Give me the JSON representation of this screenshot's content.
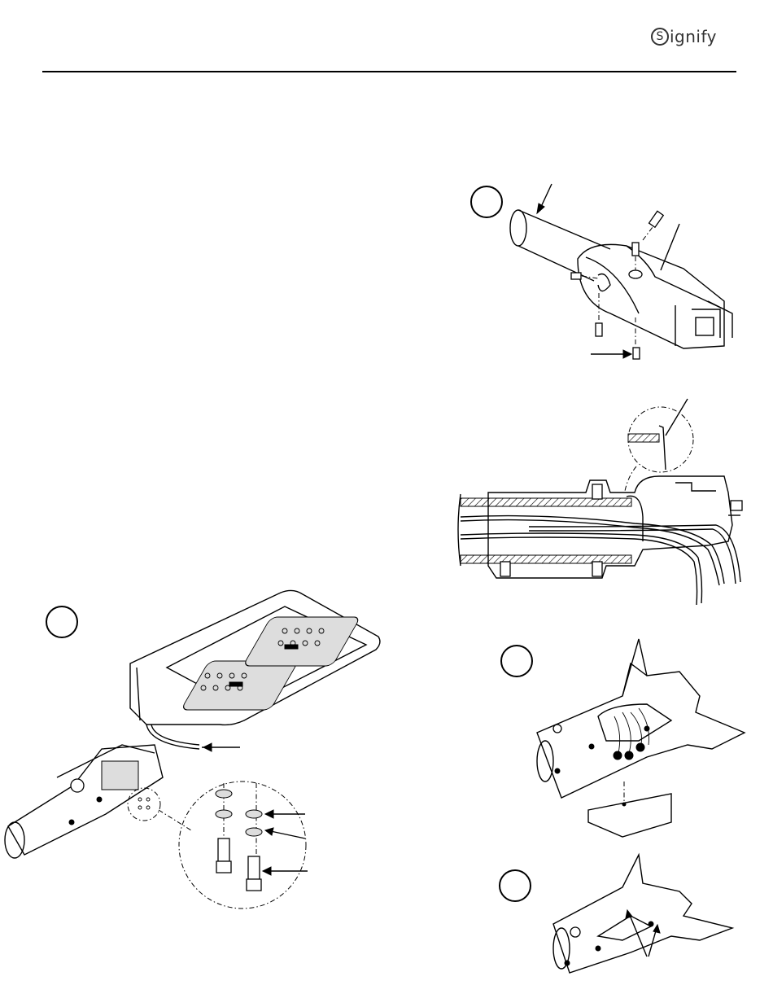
{
  "header": {
    "logo": {
      "icon": "signify-s-icon",
      "glyph": "S",
      "rest": "ignify"
    }
  },
  "figures": [
    {
      "id": "fig-tenon-adapter",
      "description_icon": "tenon-adapter-exploded-icon"
    },
    {
      "id": "fig-wire-routing",
      "description_icon": "wire-routing-section-icon"
    },
    {
      "id": "fig-luminaire-mount",
      "description_icon": "luminaire-mount-exploded-icon"
    },
    {
      "id": "fig-wiring-compartment",
      "description_icon": "wiring-compartment-open-icon"
    },
    {
      "id": "fig-cover-closed",
      "description_icon": "wiring-compartment-closed-icon"
    }
  ],
  "colors": {
    "line": "#000000",
    "logo": "#333333",
    "background": "#ffffff"
  }
}
